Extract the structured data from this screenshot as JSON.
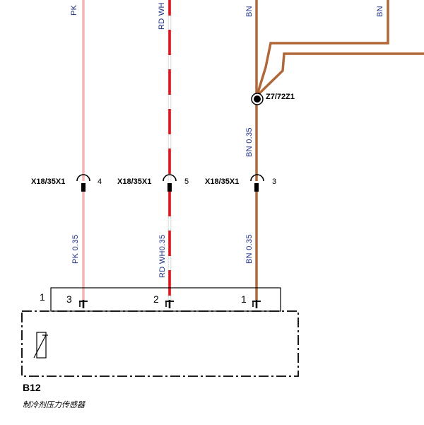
{
  "colors": {
    "pink": "#f4b3b6",
    "red": "#e0141b",
    "white": "#ffffff",
    "brown": "#b0683a",
    "dark_brown": "#9b5a2f",
    "label_blue": "#1c2e86"
  },
  "wires": {
    "top_pk": "PK",
    "top_rd_wh": "RD WH",
    "top_bn_left": "BN",
    "top_bn_right": "BN",
    "splice_bn": "BN  0.35",
    "lower_pk": "PK  0.35",
    "lower_rd_wh": "RD WH0.35",
    "lower_bn": "BN  0.35"
  },
  "splice": {
    "name": "Z7/72Z1"
  },
  "connectors": [
    {
      "name": "X18/35X1",
      "pin": "4"
    },
    {
      "name": "X18/35X1",
      "pin": "5"
    },
    {
      "name": "X18/35X1",
      "pin": "3"
    }
  ],
  "component": {
    "id": "B12",
    "name": "制冷剂压力传感器",
    "connector_number": "1",
    "pins": [
      "3",
      "2",
      "1"
    ],
    "symbol_icon": "pressure-sensor-icon"
  }
}
